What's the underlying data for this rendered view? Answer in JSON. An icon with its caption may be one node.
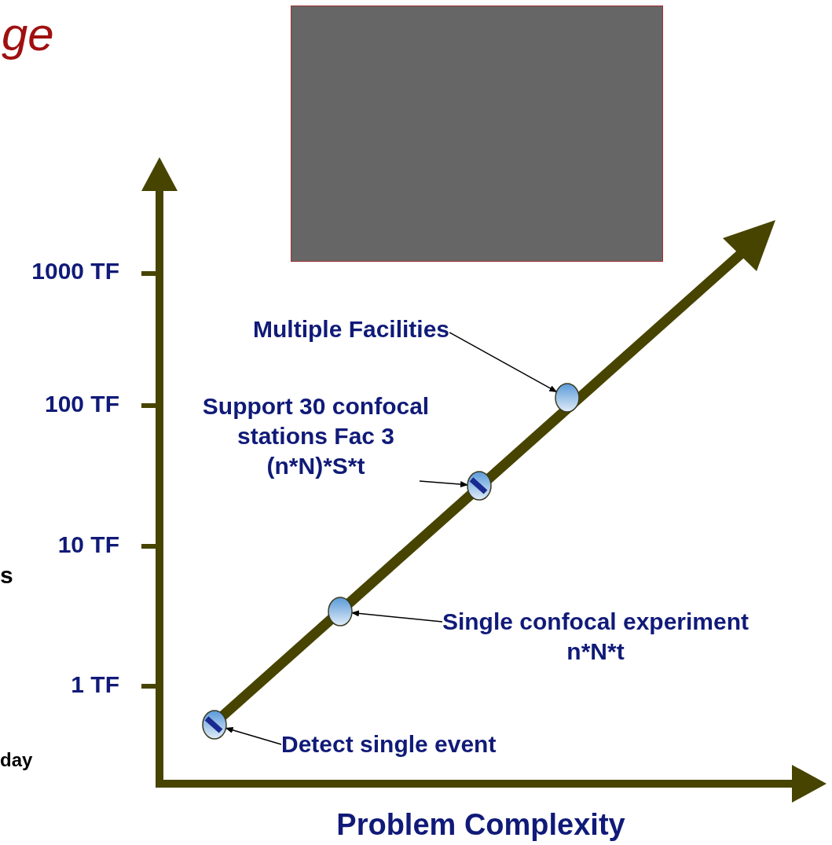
{
  "diagram": {
    "nodes": [
      {
        "text": [
          "Multiple Facilities"
        ]
      },
      {
        "text": [],
        "shape": "ellipse"
      },
      {
        "text": [
          "Support 30 confocal stations Fac 3",
          "(n*N)*S*t"
        ]
      },
      {
        "text": [],
        "shape": "ellipse"
      },
      {
        "text": [],
        "shape": "ellipse"
      },
      {
        "text": [
          "Single confocal experiment",
          "n*N*t"
        ]
      },
      {
        "text": [],
        "shape": "ellipse"
      },
      {
        "text": [
          "Detect single event"
        ]
      }
    ],
    "edges": [
      {
        "from": 0,
        "to": 1,
        "arrow": "to"
      },
      {
        "from": 2,
        "to": 3,
        "arrow": "to"
      },
      {
        "from": 5,
        "to": 4,
        "arrow": "to"
      },
      {
        "from": 7,
        "to": 6,
        "arrow": "to"
      }
    ],
    "labels": [
      "ge",
      "1000 TF",
      "100 TF",
      "10 TF",
      "s",
      "1 TF",
      "day",
      "Problem Complexity"
    ]
  }
}
